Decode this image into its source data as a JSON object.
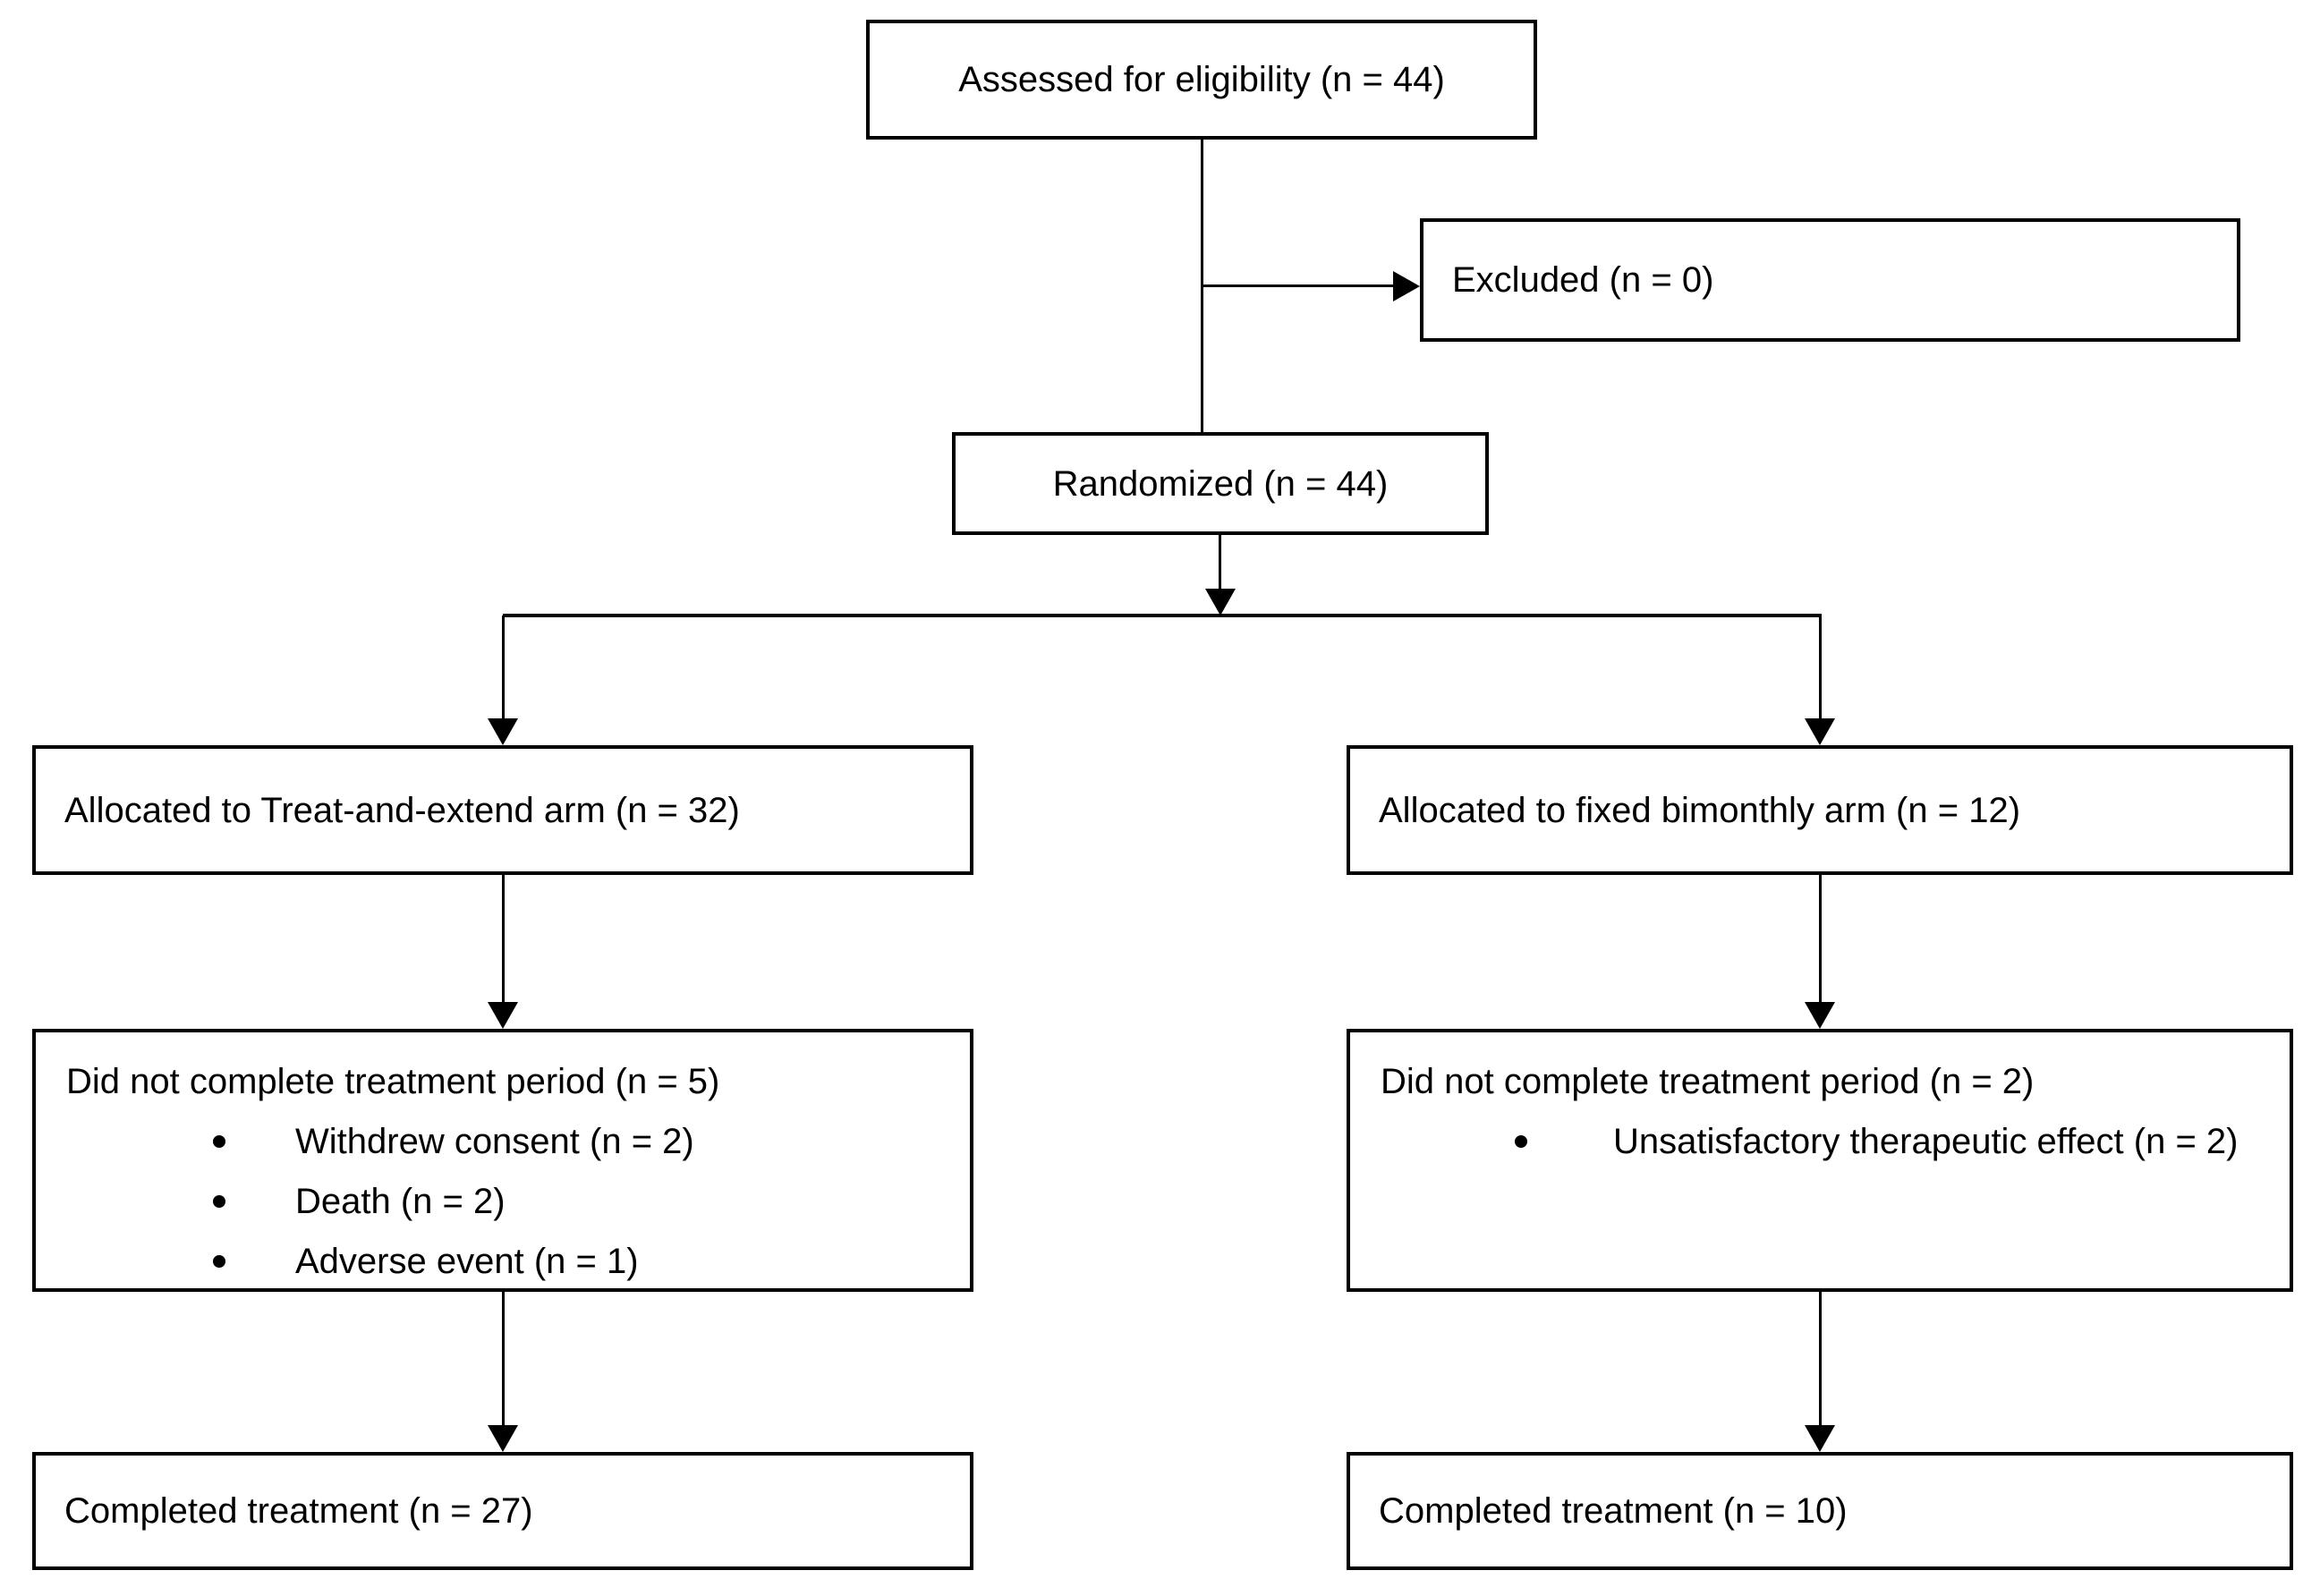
{
  "diagram": {
    "type": "consort-flow-diagram",
    "background_color": "#ffffff",
    "stroke_color": "#000000",
    "boxes": {
      "assessed": {
        "label": "Assessed for eligibility (n = 44)"
      },
      "excluded": {
        "label": "Excluded (n = 0)"
      },
      "randomized": {
        "label": "Randomized (n = 44)"
      },
      "allocated_left": {
        "label": "Allocated to Treat-and-extend arm (n = 32)"
      },
      "allocated_right": {
        "label": "Allocated to fixed bimonthly arm (n = 12)"
      },
      "did_not_complete_left": {
        "title": "Did not complete treatment period (n = 5)",
        "bullets": [
          "Withdrew consent (n = 2)",
          "Death (n = 2)",
          "Adverse event (n = 1)"
        ]
      },
      "did_not_complete_right": {
        "title": "Did not complete treatment period (n = 2)",
        "bullets": [
          "Unsatisfactory therapeutic effect (n = 2)"
        ]
      },
      "completed_left": {
        "label": "Completed treatment (n = 27)"
      },
      "completed_right": {
        "label": "Completed treatment (n = 10)"
      }
    },
    "edges": [
      "assessed -> randomized",
      "assessed -> excluded",
      "randomized -> allocated_left",
      "randomized -> allocated_right",
      "allocated_left -> did_not_complete_left",
      "allocated_right -> did_not_complete_right",
      "did_not_complete_left -> completed_left",
      "did_not_complete_right -> completed_right"
    ]
  }
}
